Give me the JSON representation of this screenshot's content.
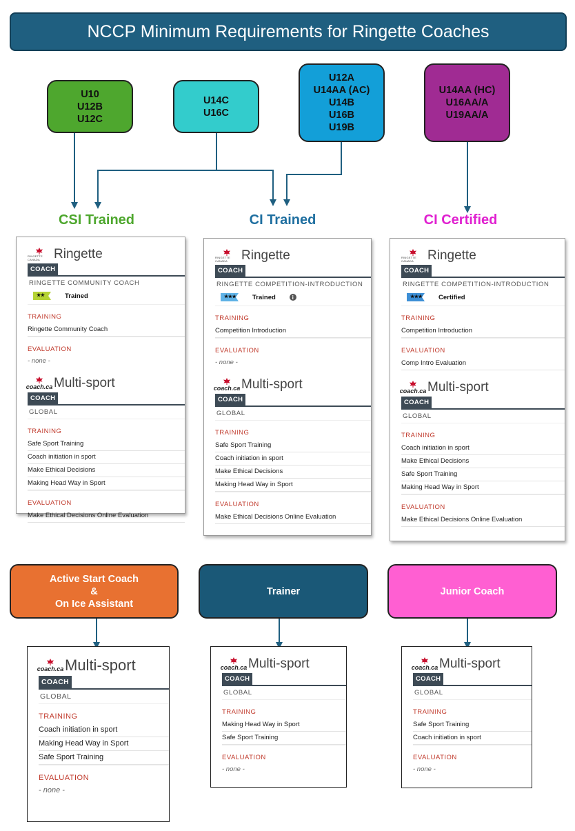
{
  "title": "NCCP Minimum Requirements for Ringette Coaches",
  "groups": [
    {
      "lines": [
        "U10",
        "U12B",
        "U12C"
      ],
      "color": "#4ea72e"
    },
    {
      "lines": [
        "U14C",
        "U16C"
      ],
      "color": "#33cccc"
    },
    {
      "lines": [
        "U12A",
        "U14AA (AC)",
        "U14B",
        "U16B",
        "U19B"
      ],
      "color": "#139fd8"
    },
    {
      "lines": [
        "U14AA (HC)",
        "U16AA/A",
        "U19AA/A"
      ],
      "color": "#a02b93"
    }
  ],
  "levels": [
    {
      "label": "CSI Trained",
      "color": "#4ea72e"
    },
    {
      "label": "CI Trained",
      "color": "#1f6fa0"
    },
    {
      "label": "CI Certified",
      "color": "#e020d0"
    }
  ],
  "cards": [
    {
      "ringette": {
        "title": "Ringette",
        "logo_text": "RINGETTE CANADA",
        "tab": "COACH",
        "sub": "RINGETTE COMMUNITY COACH",
        "stars": "★★",
        "badge_color": "#b5d334",
        "status": "Trained",
        "training_label": "TRAINING",
        "training": [
          "Ringette Community Coach"
        ],
        "evaluation_label": "EVALUATION",
        "evaluation": [],
        "none": "- none -"
      },
      "multisport": {
        "title": "Multi-sport",
        "logo_text": "coach.ca",
        "tab": "COACH",
        "sub": "GLOBAL",
        "training_label": "TRAINING",
        "training": [
          "Safe Sport Training",
          "Coach initiation in sport",
          "Make Ethical Decisions",
          "Making Head Way in Sport"
        ],
        "evaluation_label": "EVALUATION",
        "evaluation": [
          "Make Ethical Decisions Online Evaluation"
        ]
      }
    },
    {
      "ringette": {
        "title": "Ringette",
        "logo_text": "RINGETTE CANADA",
        "tab": "COACH",
        "sub": "RINGETTE COMPETITION-INTRODUCTION",
        "stars": "★★★",
        "badge_color": "#5fb2e6",
        "status": "Trained",
        "info_icon": "i",
        "training_label": "TRAINING",
        "training": [
          "Competition Introduction"
        ],
        "evaluation_label": "EVALUATION",
        "evaluation": [],
        "none": "- none -"
      },
      "multisport": {
        "title": "Multi-sport",
        "logo_text": "coach.ca",
        "tab": "COACH",
        "sub": "GLOBAL",
        "training_label": "TRAINING",
        "training": [
          "Safe Sport Training",
          "Coach initiation in sport",
          "Make Ethical Decisions",
          "Making Head Way in Sport"
        ],
        "evaluation_label": "EVALUATION",
        "evaluation": [
          "Make Ethical Decisions Online Evaluation"
        ]
      }
    },
    {
      "ringette": {
        "title": "Ringette",
        "logo_text": "RINGETTE CANADA",
        "tab": "COACH",
        "sub": "RINGETTE COMPETITION-INTRODUCTION",
        "stars": "★★★",
        "badge_color": "#3d8fd6",
        "status": "Certified",
        "training_label": "TRAINING",
        "training": [
          "Competition Introduction"
        ],
        "evaluation_label": "EVALUATION",
        "evaluation": [
          "Comp Intro Evaluation"
        ]
      },
      "multisport": {
        "title": "Multi-sport",
        "logo_text": "coach.ca",
        "tab": "COACH",
        "sub": "GLOBAL",
        "training_label": "TRAINING",
        "training": [
          "Coach initiation in sport",
          "Make Ethical Decisions",
          "Safe Sport Training",
          "Making Head Way in Sport"
        ],
        "evaluation_label": "EVALUATION",
        "evaluation": [
          "Make Ethical Decisions Online Evaluation"
        ]
      }
    }
  ],
  "roles": [
    {
      "lines": [
        "Active Start Coach",
        "&",
        "On Ice Assistant"
      ],
      "color": "#e87131"
    },
    {
      "lines": [
        "Trainer"
      ],
      "color": "#1a5877"
    },
    {
      "lines": [
        "Junior Coach"
      ],
      "color": "#ff5fd2"
    }
  ],
  "role_cards": [
    {
      "title": "Multi-sport",
      "logo_text": "coach.ca",
      "tab": "COACH",
      "sub": "GLOBAL",
      "training_label": "TRAINING",
      "training": [
        "Coach initiation in sport",
        "Making Head Way in Sport",
        "Safe Sport Training"
      ],
      "evaluation_label": "EVALUATION",
      "none": "- none -"
    },
    {
      "title": "Multi-sport",
      "logo_text": "coach.ca",
      "tab": "COACH",
      "sub": "GLOBAL",
      "training_label": "TRAINING",
      "training": [
        "Making Head Way in Sport",
        "Safe Sport Training"
      ],
      "evaluation_label": "EVALUATION",
      "none": "- none -"
    },
    {
      "title": "Multi-sport",
      "logo_text": "coach.ca",
      "tab": "COACH",
      "sub": "GLOBAL",
      "training_label": "TRAINING",
      "training": [
        "Safe Sport Training",
        "Coach initiation in sport"
      ],
      "evaluation_label": "EVALUATION",
      "none": "- none -"
    }
  ]
}
